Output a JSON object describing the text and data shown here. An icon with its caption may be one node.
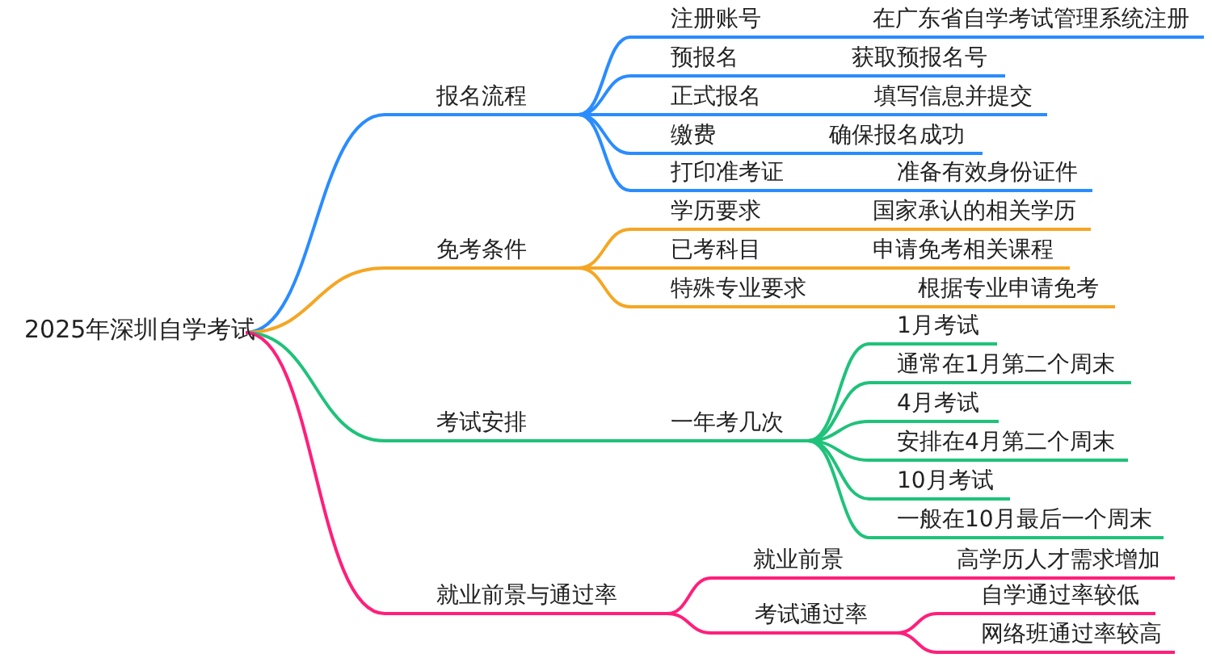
{
  "diagram": {
    "nodes": [
      {
        "text": [
          "2025年深圳自学考试"
        ]
      },
      {
        "text": [
          "报名流程"
        ]
      },
      {
        "text": [
          "注册账号"
        ]
      },
      {
        "text": [
          "在广东省自学考试管理系统注册"
        ]
      },
      {
        "text": [
          "预报名"
        ]
      },
      {
        "text": [
          "获取预报名号"
        ]
      },
      {
        "text": [
          "正式报名"
        ]
      },
      {
        "text": [
          "填写信息并提交"
        ]
      },
      {
        "text": [
          "缴费"
        ]
      },
      {
        "text": [
          "确保报名成功"
        ]
      },
      {
        "text": [
          "打印准考证"
        ]
      },
      {
        "text": [
          "准备有效身份证件"
        ]
      },
      {
        "text": [
          "免考条件"
        ]
      },
      {
        "text": [
          "学历要求"
        ]
      },
      {
        "text": [
          "国家承认的相关学历"
        ]
      },
      {
        "text": [
          "已考科目"
        ]
      },
      {
        "text": [
          "申请免考相关课程"
        ]
      },
      {
        "text": [
          "特殊专业要求"
        ]
      },
      {
        "text": [
          "根据专业申请免考"
        ]
      },
      {
        "text": [
          "考试安排"
        ]
      },
      {
        "text": [
          "一年考几次"
        ]
      },
      {
        "text": [
          "1月考试"
        ]
      },
      {
        "text": [
          "通常在1月第二个周末"
        ]
      },
      {
        "text": [
          "4月考试"
        ]
      },
      {
        "text": [
          "安排在4月第二个周末"
        ]
      },
      {
        "text": [
          "10月考试"
        ]
      },
      {
        "text": [
          "一般在10月最后一个周末"
        ]
      },
      {
        "text": [
          "就业前景与通过率"
        ]
      },
      {
        "text": [
          "就业前景"
        ]
      },
      {
        "text": [
          "高学历人才需求增加"
        ]
      },
      {
        "text": [
          "考试通过率"
        ]
      },
      {
        "text": [
          "自学通过率较低"
        ]
      },
      {
        "text": [
          "网络班通过率较高"
        ]
      }
    ],
    "edges": [
      {
        "from": 0,
        "to": 1,
        "arrow": "none",
        "color": "#2a8cff"
      },
      {
        "from": 1,
        "to": 2,
        "arrow": "none",
        "color": "#2a8cff"
      },
      {
        "from": 2,
        "to": 3,
        "arrow": "none",
        "color": "#2a8cff"
      },
      {
        "from": 1,
        "to": 4,
        "arrow": "none",
        "color": "#2a8cff"
      },
      {
        "from": 4,
        "to": 5,
        "arrow": "none",
        "color": "#2a8cff"
      },
      {
        "from": 1,
        "to": 6,
        "arrow": "none",
        "color": "#2a8cff"
      },
      {
        "from": 6,
        "to": 7,
        "arrow": "none",
        "color": "#2a8cff"
      },
      {
        "from": 1,
        "to": 8,
        "arrow": "none",
        "color": "#2a8cff"
      },
      {
        "from": 8,
        "to": 9,
        "arrow": "none",
        "color": "#2a8cff"
      },
      {
        "from": 1,
        "to": 10,
        "arrow": "none",
        "color": "#2a8cff"
      },
      {
        "from": 10,
        "to": 11,
        "arrow": "none",
        "color": "#2a8cff"
      },
      {
        "from": 0,
        "to": 12,
        "arrow": "none",
        "color": "#f5a623"
      },
      {
        "from": 12,
        "to": 13,
        "arrow": "none",
        "color": "#f5a623"
      },
      {
        "from": 13,
        "to": 14,
        "arrow": "none",
        "color": "#f5a623"
      },
      {
        "from": 12,
        "to": 15,
        "arrow": "none",
        "color": "#f5a623"
      },
      {
        "from": 15,
        "to": 16,
        "arrow": "none",
        "color": "#f5a623"
      },
      {
        "from": 12,
        "to": 17,
        "arrow": "none",
        "color": "#f5a623"
      },
      {
        "from": 17,
        "to": 18,
        "arrow": "none",
        "color": "#f5a623"
      },
      {
        "from": 0,
        "to": 19,
        "arrow": "none",
        "color": "#1fc27a"
      },
      {
        "from": 19,
        "to": 20,
        "arrow": "none",
        "color": "#1fc27a"
      },
      {
        "from": 20,
        "to": 21,
        "arrow": "none",
        "color": "#1fc27a"
      },
      {
        "from": 20,
        "to": 22,
        "arrow": "none",
        "color": "#1fc27a"
      },
      {
        "from": 20,
        "to": 23,
        "arrow": "none",
        "color": "#1fc27a"
      },
      {
        "from": 20,
        "to": 24,
        "arrow": "none",
        "color": "#1fc27a"
      },
      {
        "from": 20,
        "to": 25,
        "arrow": "none",
        "color": "#1fc27a"
      },
      {
        "from": 20,
        "to": 26,
        "arrow": "none",
        "color": "#1fc27a"
      },
      {
        "from": 0,
        "to": 27,
        "arrow": "none",
        "color": "#ff1f7a"
      },
      {
        "from": 27,
        "to": 28,
        "arrow": "none",
        "color": "#ff1f7a"
      },
      {
        "from": 28,
        "to": 29,
        "arrow": "none",
        "color": "#ff1f7a"
      },
      {
        "from": 27,
        "to": 30,
        "arrow": "none",
        "color": "#ff1f7a"
      },
      {
        "from": 30,
        "to": 31,
        "arrow": "none",
        "color": "#ff1f7a"
      },
      {
        "from": 30,
        "to": 32,
        "arrow": "none",
        "color": "#ff1f7a"
      }
    ]
  }
}
